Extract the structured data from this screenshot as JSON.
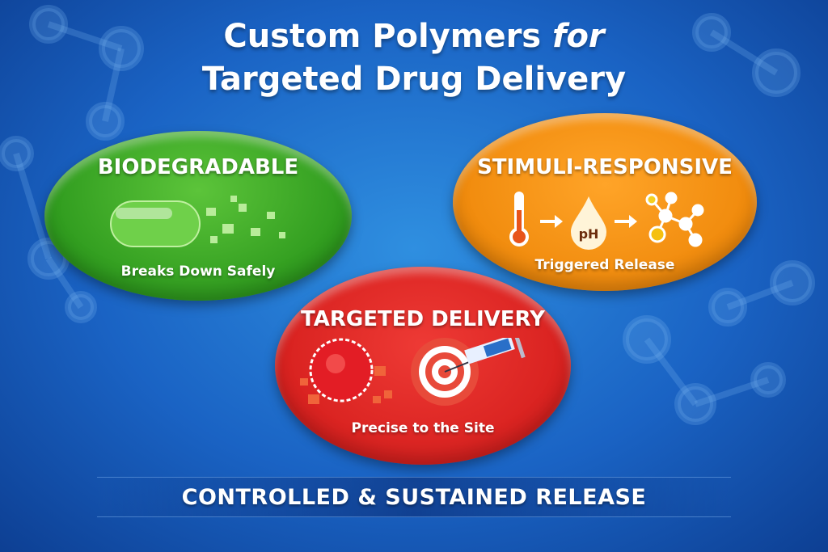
{
  "title": {
    "line1_main": "Custom Polymers ",
    "line1_italic": "for",
    "line2": "Targeted Drug Delivery"
  },
  "cards": [
    {
      "heading": "BIODEGRADABLE",
      "caption": "Breaks Down Safely",
      "color": "#3aa82a",
      "icon": "capsule-icon"
    },
    {
      "heading": "STIMULI-RESPONSIVE",
      "caption": "Triggered Release",
      "color": "#f28c10",
      "icons": [
        "thermometer-icon",
        "arrow-right-icon",
        "ph-drop-icon",
        "arrow-right-icon",
        "molecule-icon"
      ],
      "ph_label": "pH"
    },
    {
      "heading": "TARGETED DELIVERY",
      "caption": "Precise to the Site",
      "color": "#dd2622",
      "icons": [
        "cell-icon",
        "target-icon",
        "syringe-icon"
      ]
    }
  ],
  "banner": "CONTROLLED & SUSTAINED RELEASE"
}
